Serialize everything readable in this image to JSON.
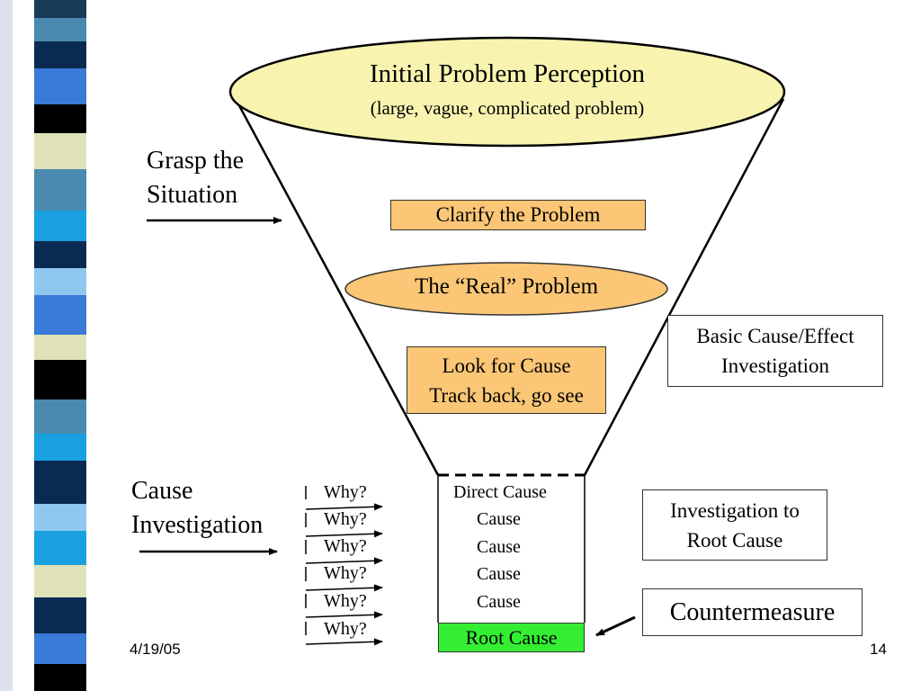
{
  "slide": {
    "footer_date": "4/19/05",
    "page_number": "14"
  },
  "funnel": {
    "top_title": "Initial Problem Perception",
    "top_subtitle": "(large, vague, complicated problem)",
    "clarify": "Clarify the Problem",
    "real_problem": "The “Real” Problem",
    "look_line1": "Look for Cause",
    "look_line2": "Track back, go see"
  },
  "left_labels": {
    "grasp_line1": "Grasp the",
    "grasp_line2": "Situation",
    "cause_line1": "Cause",
    "cause_line2": "Investigation"
  },
  "why_items": [
    "Why?",
    "Why?",
    "Why?",
    "Why?",
    "Why?",
    "Why?"
  ],
  "cause_chain": [
    "Direct Cause",
    "Cause",
    "Cause",
    "Cause",
    "Cause"
  ],
  "root_cause": "Root Cause",
  "right_boxes": {
    "basic_line1": "Basic Cause/Effect",
    "basic_line2": "Investigation",
    "root_line1": "Investigation to",
    "root_line2": "Root Cause",
    "countermeasure": "Countermeasure"
  },
  "colors": {
    "top_ellipse": "#f8f4b0",
    "orange": "#fbc676",
    "green": "#33ee33"
  }
}
